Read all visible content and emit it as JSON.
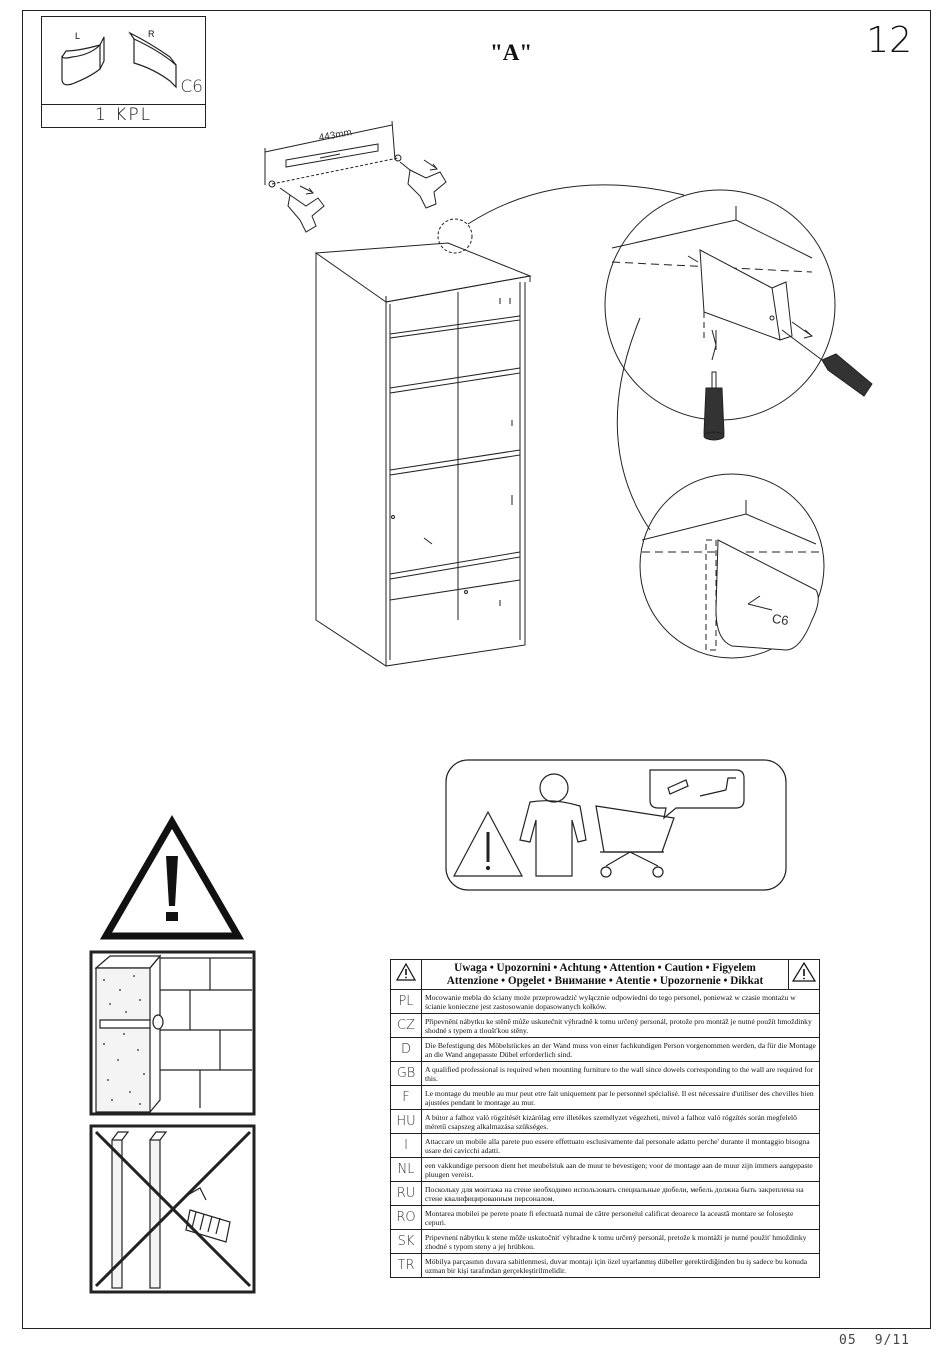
{
  "page": {
    "number": "12",
    "footer_code": "05",
    "footer_pages": "9/11"
  },
  "parts": {
    "left_label": "L",
    "right_label": "R",
    "code": "C6",
    "quantity": "1 KPL"
  },
  "step": {
    "title": "\"A\""
  },
  "dimension": {
    "label": "443mm"
  },
  "detail": {
    "part_label": "C6"
  },
  "warning": {
    "heading_line1": "Uwaga • Upozornini • Achtung • Attention • Caution • Figyelem",
    "heading_line2": "Attenzione • Opgelet • Внимание • Atentie • Upozornenie • Dikkat",
    "rows": [
      {
        "lang": "PL",
        "text": "Mocowanie mebla do ściany może przeprowadzić wyłącznie odpowiedni do tego personel, ponieważ w czasie montażu w ścianie konieczne jest zastosowanie dopasowanych kołków."
      },
      {
        "lang": "CZ",
        "text": "Připevnění nábytku ke stěně může uskutečnit výhradně k tomu určený personál, protože pro montáž je nutné použít hmoždinky shodné s typem a tloušťkou stěny."
      },
      {
        "lang": "D",
        "text": "Die Befestigung des Möbelstückes an der Wand muss von einer fachkundigen Person vorgenommen werden, da für die Montage an die Wand angepasste Dübel erforderlich sind."
      },
      {
        "lang": "GB",
        "text": "A qualified professional is required when mounting furniture to the wall since dowels corresponding to the wall are required for this."
      },
      {
        "lang": "F",
        "text": "Le montage du meuble au mur peut etre fait uniquement par le personnel spécialisé. Il est nécessaire d'utiliser des chevilles bien ajustées pendant le montage au mur."
      },
      {
        "lang": "HU",
        "text": "A bútor a falhoz való rögzítését kizárólag erre illetékes személyzet végezheti, mivel a falhoz való rögzítés során megfelelő méretű csapszeg alkalmazása szükséges."
      },
      {
        "lang": "I",
        "text": "Attaccare un mobile alla parete puo essere effettuato esclusivamente dal personale adatto perche' durante il montaggio bisogna usare dei cavicchi adatti."
      },
      {
        "lang": "NL",
        "text": "een vakkundige persoon dient het meubelstuk aan de muur te bevestigen; voor de montage aan de muur zijn immers aangepaste pluugen vereist."
      },
      {
        "lang": "RU",
        "text": "Поскольку для монтажа на стене необходимо использовать специальные дюбели, мебель должна быть закреплена на стене квалифицированным персоналом."
      },
      {
        "lang": "RO",
        "text": "Montarea mobilei pe perete poate fi efectuată numai de către personelul calificat deoarece la această montare se foloseşte cepuri."
      },
      {
        "lang": "SK",
        "text": "Pripevnení nábytku k stene môže uskutočniť výhradne k tomu určený personál, pretože k montáži je nutné použiť hmoždinky zhodné s typom steny a jej hrúbkou."
      },
      {
        "lang": "TR",
        "text": "Möbilya parçasının duvara sabitlenmesi, duvar montajı için özel uyarlanmış dübeller gerektirdiğinden bu iş sadece bu konuda uzman bir kişi tarafından gerçekleştirilmelidir."
      }
    ]
  }
}
